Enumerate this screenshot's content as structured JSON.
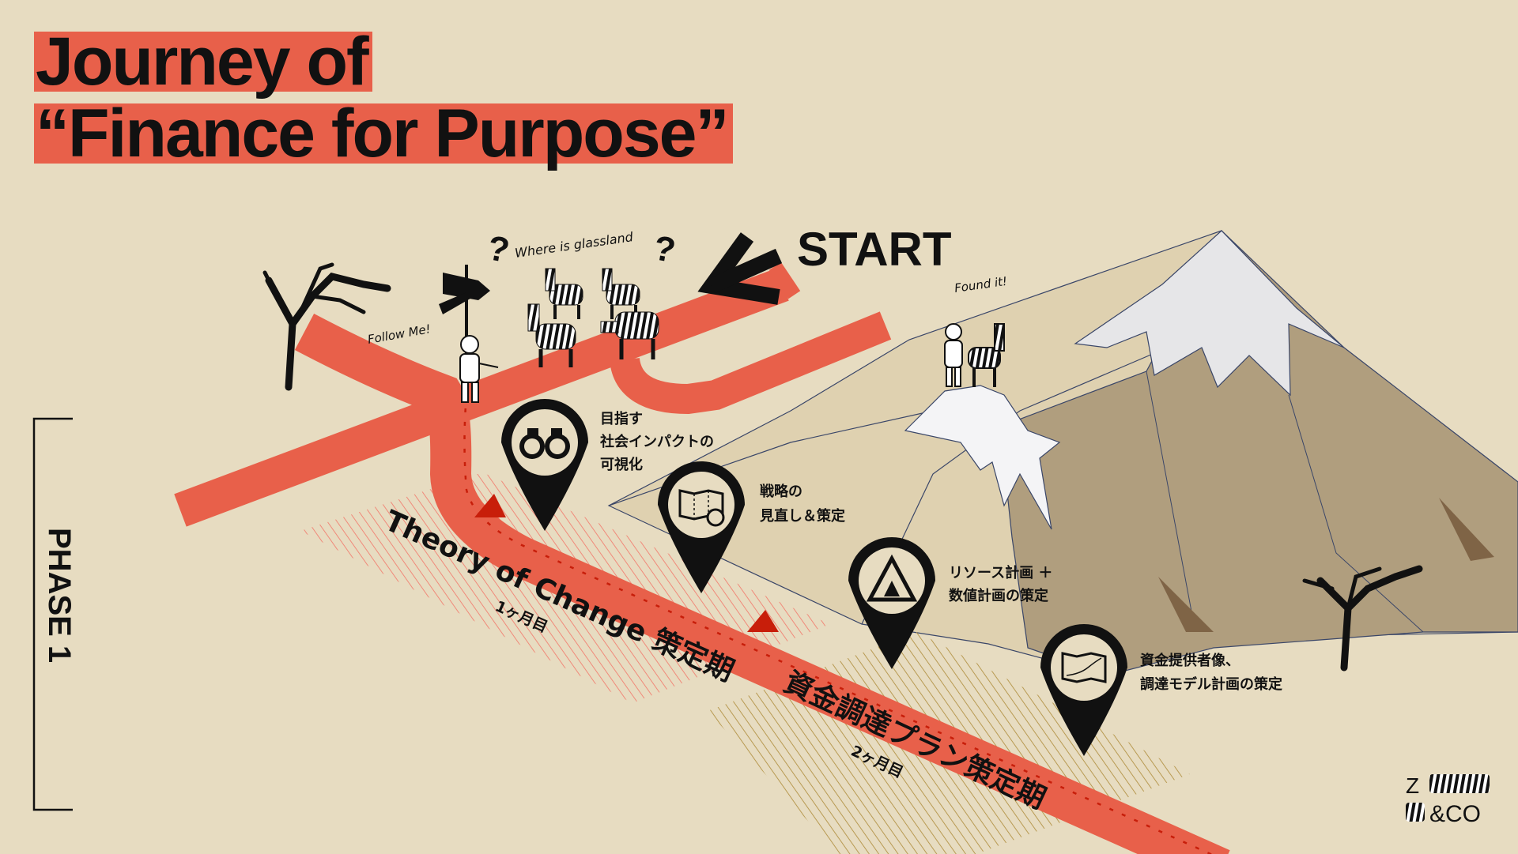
{
  "title": {
    "line1": "Journey of",
    "line2": "“Finance for Purpose”"
  },
  "start_label": "START",
  "phase_label": "PHASE 1",
  "speech": {
    "where": "Where is glassland",
    "follow": "Follow Me!",
    "found": "Found it!",
    "question": "?"
  },
  "milestones": [
    {
      "icon": "binoculars-icon",
      "lines": [
        "目指す",
        "社会インパクトの",
        "可視化"
      ]
    },
    {
      "icon": "map-compass-icon",
      "lines": [
        "戦略の",
        "見直し＆策定"
      ]
    },
    {
      "icon": "tent-icon",
      "lines": [
        "リソース計画 ＋",
        "数値計画の策定"
      ]
    },
    {
      "icon": "map-chart-icon",
      "lines": [
        "資金提供者像、",
        "調達モデル計画の策定"
      ]
    }
  ],
  "periods": [
    {
      "title": "Theory of Change 策定期",
      "duration": "1ヶ月目"
    },
    {
      "title": "資金調達プラン策定期",
      "duration": "2ヶ月目"
    }
  ],
  "logo": {
    "line1": "Z",
    "line2": "&CO"
  },
  "colors": {
    "background": "#e7dcc1",
    "road": "#e8604a",
    "marker": "#c81e0a",
    "mountain": "#b09e7e",
    "hill": "#dfd1b0",
    "snow": "#e6e6e8"
  }
}
